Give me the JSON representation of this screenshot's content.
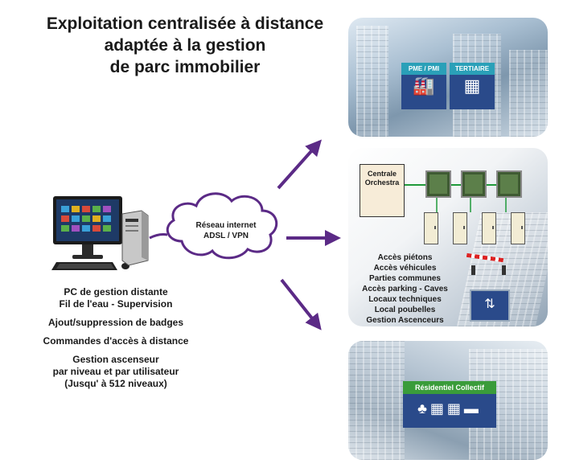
{
  "title": {
    "line1": "Exploitation centralisée à distance",
    "line2": "adaptée à la gestion",
    "line3": "de parc immobilier"
  },
  "cloud": {
    "line1": "Réseau internet",
    "line2": "ADSL / VPN"
  },
  "pc": {
    "block1": [
      "PC de gestion distante",
      "Fil de l'eau - Supervision"
    ],
    "block2": [
      "Ajout/suppression de badges"
    ],
    "block3": [
      "Commandes d'accès à distance"
    ],
    "block4": [
      "Gestion ascenseur",
      "par niveau et par utilisateur",
      "(Jusqu' à 512 niveaux)"
    ]
  },
  "panel_top": {
    "sign1": "PME / PMI",
    "sign2": "TERTIAIRE"
  },
  "panel_mid": {
    "controller_line1": "Centrale",
    "controller_line2": "Orchestra",
    "access_list": [
      "Accès piétons",
      "Accès véhicules",
      "Parties communes",
      "Accès parking - Caves",
      "Locaux techniques",
      "Local poubelles",
      "Gestion Ascenceurs"
    ]
  },
  "panel_bot": {
    "sign": "Résidentiel Collectif"
  },
  "colors": {
    "arrow": "#5b2a86",
    "network_line": "#1f9a3a",
    "sign_blue": "#2a4a8a",
    "sign_header_teal": "#2aa0b8",
    "sign_header_green": "#3a9c3a"
  },
  "icons": [
    "desktop-pc-icon",
    "cloud-icon",
    "factory-icon",
    "office-building-icon",
    "access-board-icon",
    "door-icon",
    "elevator-icon",
    "apartment-building-icon",
    "car-icon",
    "tree-icon"
  ]
}
